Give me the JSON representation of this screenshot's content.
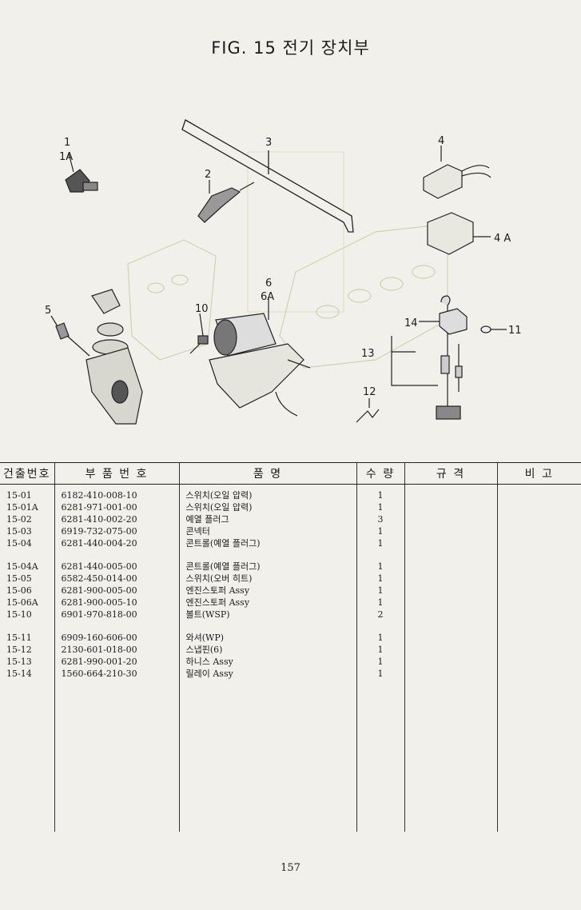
{
  "title": "FIG. 15 전기 장치부",
  "callouts": {
    "c1": "1",
    "c1a": "1A",
    "c2": "2",
    "c3": "3",
    "c4": "4",
    "c4a": "4 A",
    "c5": "5",
    "c6": "6",
    "c6a": "6A",
    "c10": "10",
    "c11": "11",
    "c12": "12",
    "c13": "13",
    "c14": "14"
  },
  "table": {
    "headers": [
      "건출번호",
      "부 품 번 호",
      "품 명",
      "수 량",
      "규 격",
      "비 고"
    ],
    "rows": [
      {
        "no": "15-01",
        "part": "6182-410-008-10",
        "name": "스위치(오일 압력)",
        "qty": "1"
      },
      {
        "no": "15-01A",
        "part": "6281-971-001-00",
        "name": "스위치(오일 압력)",
        "qty": "1"
      },
      {
        "no": "15-02",
        "part": "6281-410-002-20",
        "name": "예열 플러그",
        "qty": "3"
      },
      {
        "no": "15-03",
        "part": "6919-732-075-00",
        "name": "콘넥터",
        "qty": "1"
      },
      {
        "no": "15-04",
        "part": "6281-440-004-20",
        "name": "콘트롤(예열 플러그)",
        "qty": "1"
      },
      {
        "no": "15-04A",
        "part": "6281-440-005-00",
        "name": "콘트롤(예열 플러그)",
        "qty": "1"
      },
      {
        "no": "15-05",
        "part": "6582-450-014-00",
        "name": "스위치(오버 히트)",
        "qty": "1"
      },
      {
        "no": "15-06",
        "part": "6281-900-005-00",
        "name": "엔진스토퍼 Assy",
        "qty": "1"
      },
      {
        "no": "15-06A",
        "part": "6281-900-005-10",
        "name": "엔진스토퍼 Assy",
        "qty": "1"
      },
      {
        "no": "15-10",
        "part": "6901-970-818-00",
        "name": "볼트(WSP)",
        "qty": "2"
      },
      {
        "no": "15-11",
        "part": "6909-160-606-00",
        "name": "와셔(WP)",
        "qty": "1"
      },
      {
        "no": "15-12",
        "part": "2130-601-018-00",
        "name": "스냅핀(6)",
        "qty": "1"
      },
      {
        "no": "15-13",
        "part": "6281-990-001-20",
        "name": "하니스 Assy",
        "qty": "1"
      },
      {
        "no": "15-14",
        "part": "1560-664-210-30",
        "name": "릴레이 Assy",
        "qty": "1"
      }
    ]
  },
  "page_number": "157"
}
